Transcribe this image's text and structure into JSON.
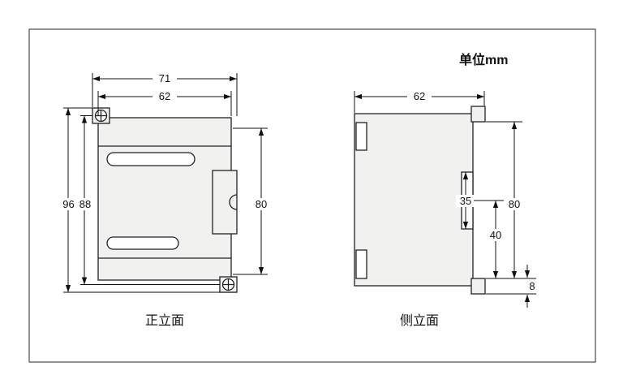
{
  "unit_label": "单位mm",
  "colors": {
    "body_fill": "#f1f1f0",
    "line": "#111111",
    "frame": "#4a4a4a"
  },
  "front_view": {
    "caption": "正立面",
    "dims": {
      "width_outer": "71",
      "width_body": "62",
      "height_overall": "96",
      "height_mounting": "88",
      "height_body": "80"
    }
  },
  "side_view": {
    "caption": "侧立面",
    "dims": {
      "depth": "62",
      "din_rail": "35",
      "rail_to_bottom": "40",
      "height_body": "80",
      "clip_tab": "8"
    }
  }
}
